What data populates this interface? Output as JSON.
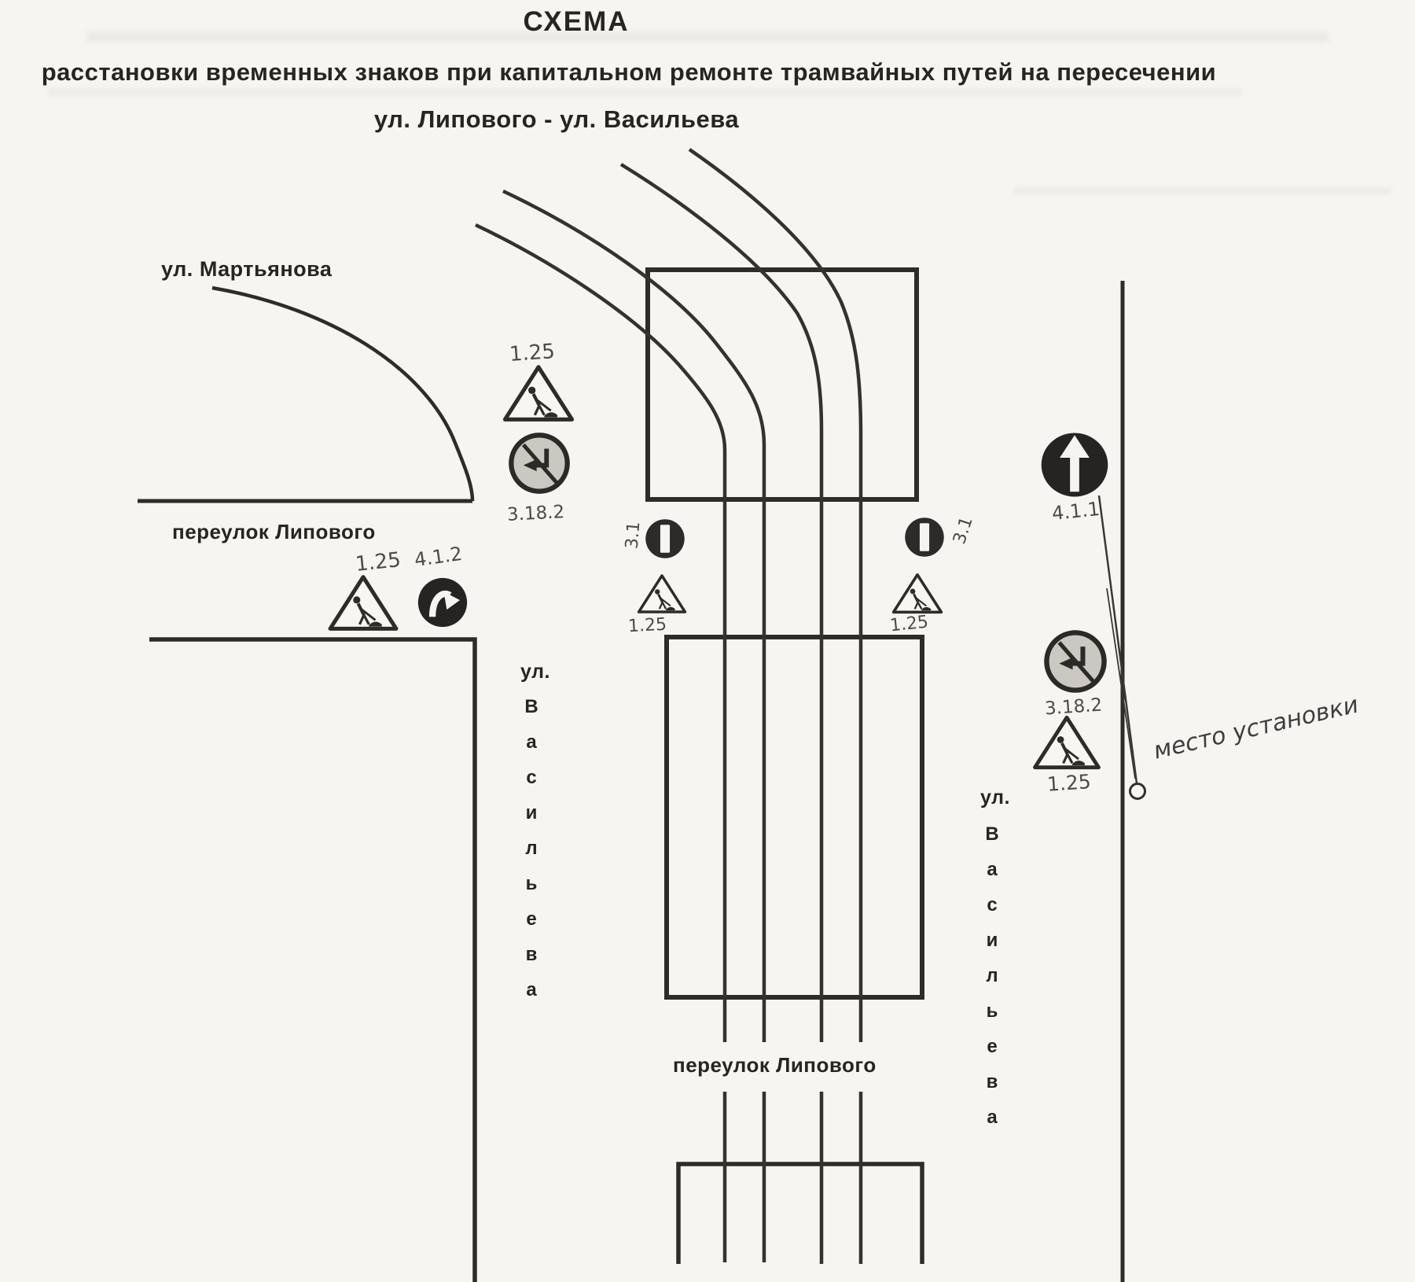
{
  "title": {
    "line1": "СХЕМА",
    "line2": "расстановки временных знаков при капитальном ремонте трамвайных путей на пересечении",
    "line3": "ул. Липового - ул. Васильева"
  },
  "streets": {
    "martyanova": "ул. Мартьянова",
    "pereulok_lipovogo_left": "переулок Липового",
    "pereulok_lipovogo_bottom": "переулок Липового",
    "vasilyeva_left_prefix": "ул.",
    "vasilyeva_left_vertical": "В\nа\nс\nи\nл\nь\nе\nв\nа",
    "vasilyeva_right_prefix": "ул.",
    "vasilyeva_right_vertical": "В\nа\nс\nи\nл\nь\nе\nв\nа"
  },
  "sign_codes": {
    "roadworks": "1.25",
    "no_left_turn": "3.18.2",
    "no_entry": "3.1",
    "straight_ahead": "4.1.1",
    "turn_right": "4.1.2"
  },
  "annotations": {
    "installation_note": "место установки"
  },
  "colors": {
    "ink": "#2e2c29",
    "paper": "#f6f5f1",
    "handwriting": "#4d4b48",
    "prohibition_fill": "#cbc8c2",
    "mandatory_fill": "#252423"
  }
}
